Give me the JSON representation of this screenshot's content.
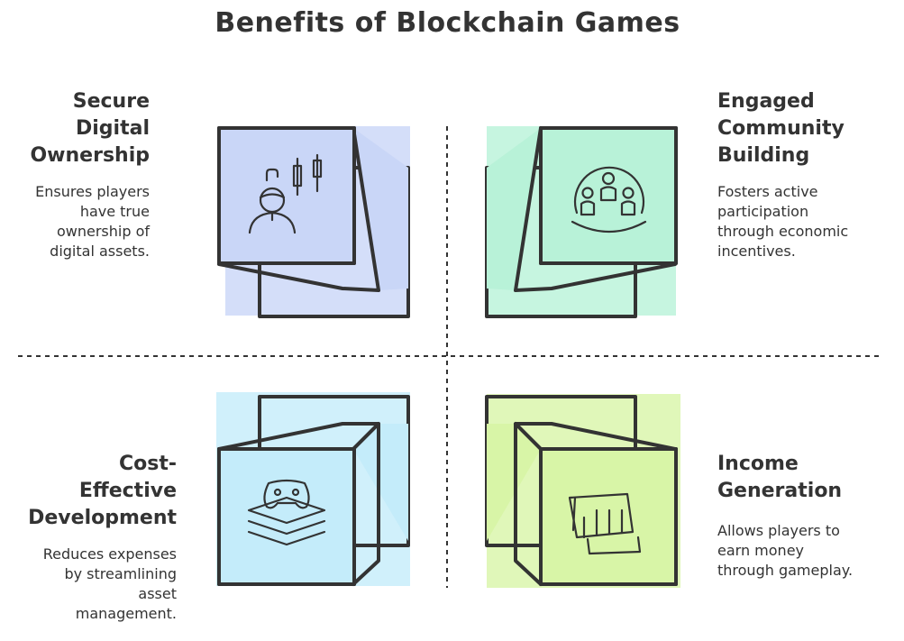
{
  "title": "Benefits of Blockchain Games",
  "colors": {
    "ownership": "#c9d6f7",
    "community": "#b8f2d8",
    "development": "#c4ecfa",
    "income": "#d8f5a7",
    "ink": "#333333"
  },
  "quadrants": {
    "ownership": {
      "heading": "Secure\nDigital\nOwnership",
      "description": "Ensures players\nhave true\nownership of\ndigital assets.",
      "icon": "trader-chart-icon"
    },
    "community": {
      "heading": "Engaged\nCommunity\nBuilding",
      "description": "Fosters active\nparticipation\nthrough economic\nincentives.",
      "icon": "community-group-icon"
    },
    "development": {
      "heading": "Cost-\nEffective\nDevelopment",
      "description": "Reduces expenses\nby streamlining\nasset\nmanagement.",
      "icon": "gamepad-layers-icon"
    },
    "income": {
      "heading": "Income\nGeneration",
      "description": "Allows players to\nearn money\nthrough gameplay.",
      "icon": "fist-icon"
    }
  }
}
